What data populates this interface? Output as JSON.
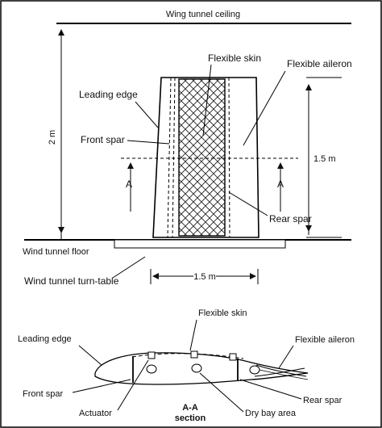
{
  "top": {
    "ceiling": "Wing tunnel ceiling",
    "floor": "Wind tunnel floor",
    "turntable": "Wind tunnel turn-table",
    "flexible_skin": "Flexible skin",
    "flexible_aileron": "Flexible aileron",
    "leading_edge": "Leading edge",
    "front_spar": "Front spar",
    "rear_spar": "Rear spar",
    "height_dim": "2 m",
    "span_dim": "1.5 m",
    "chord_dim": "1.5 m",
    "section_marker": "A"
  },
  "bottom": {
    "flexible_skin": "Flexible skin",
    "leading_edge": "Leading edge",
    "flexible_aileron": "Flexible aileron",
    "front_spar": "Front spar",
    "rear_spar": "Rear spar",
    "actuator": "Actuator",
    "dry_bay": "Dry bay area",
    "section_title": "A-A",
    "section_word": "section"
  }
}
